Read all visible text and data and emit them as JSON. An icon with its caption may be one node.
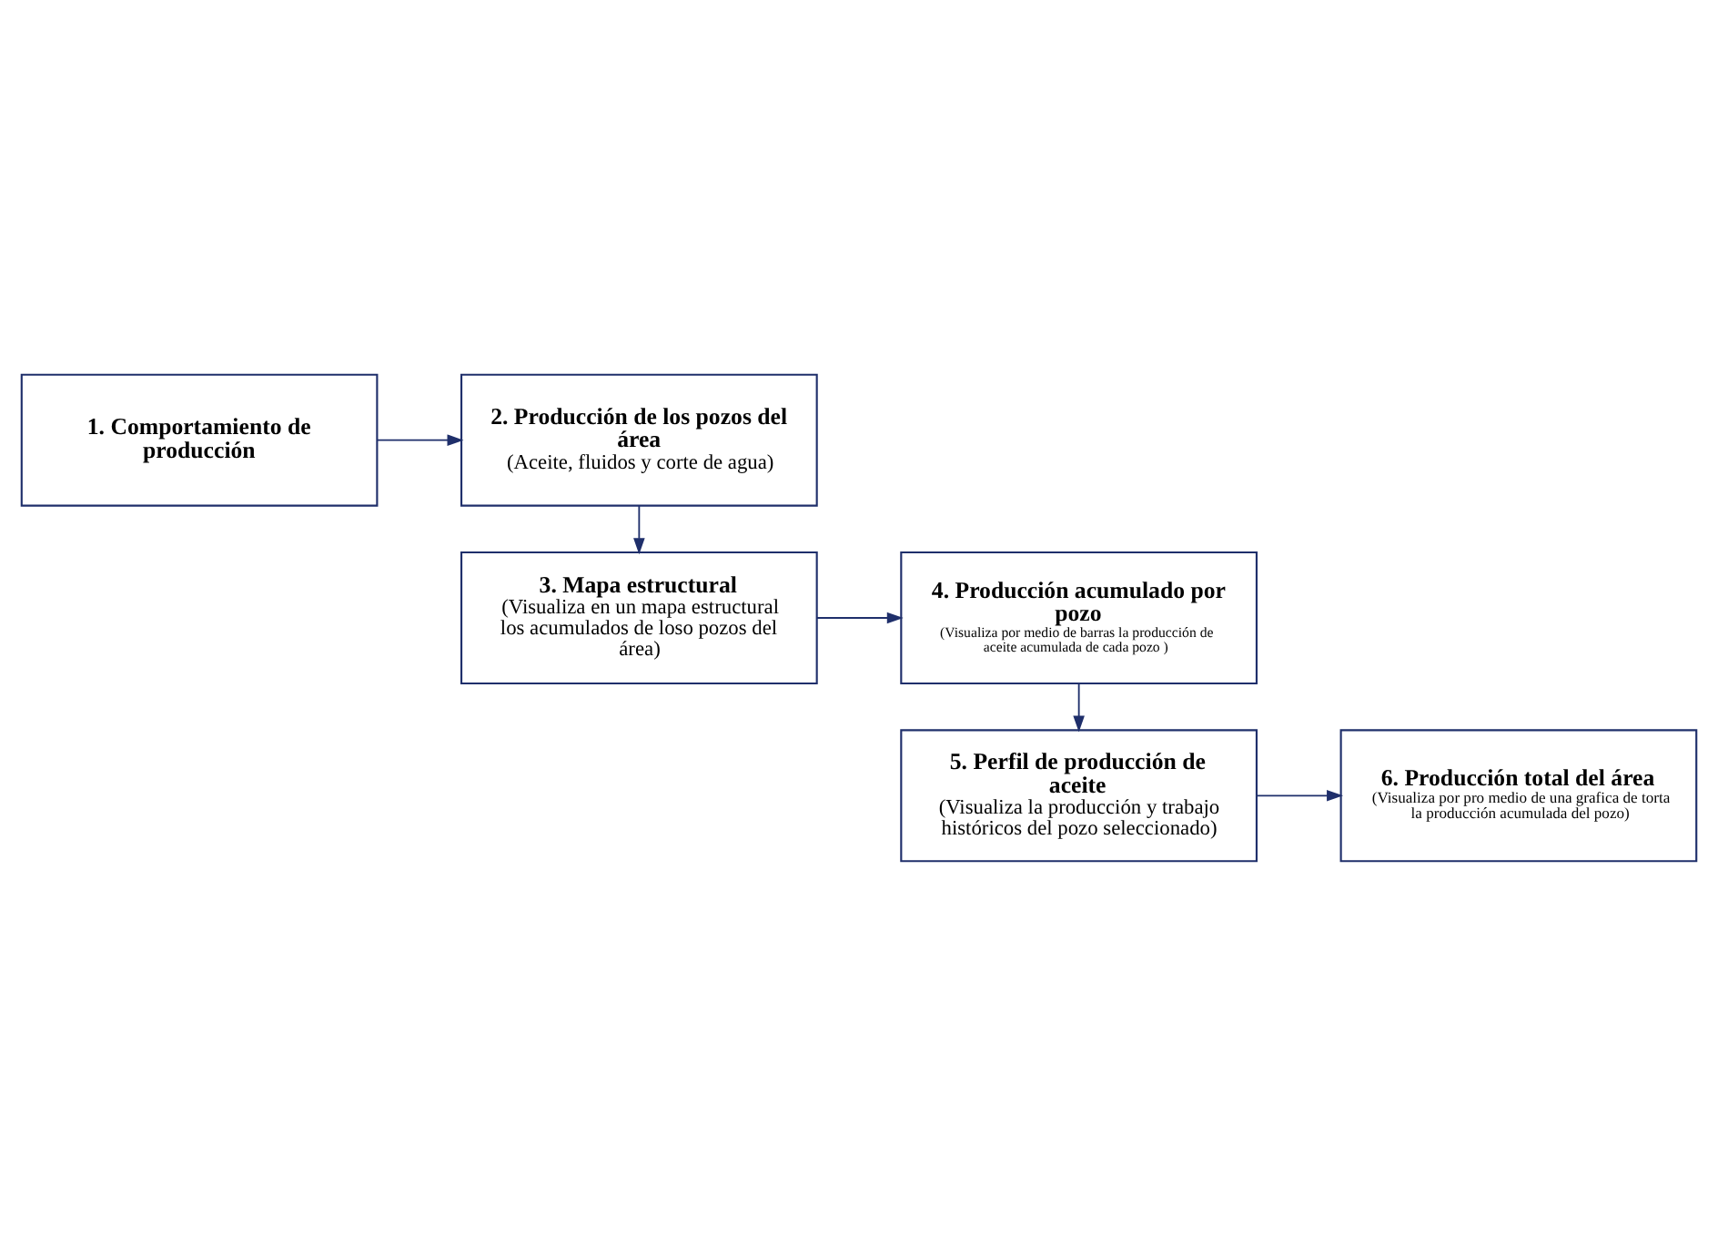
{
  "diagram": {
    "nodes": [
      {
        "text": [
          "1. Comportamiento de producción"
        ]
      },
      {
        "text": [
          "2. Producción de los pozos del área",
          "(Aceite, fluidos y corte de agua)"
        ]
      },
      {
        "text": [
          "3. Mapa estructural",
          "(Visualiza en un mapa estructural los acumulados de loso pozos del área)"
        ]
      },
      {
        "text": [
          "4. Producción acumulado por pozo",
          "(Visualiza por medio de barras la producción de aceite acumulada de cada pozo )"
        ]
      },
      {
        "text": [
          "5. Perfil de producción de aceite",
          "(Visualiza la producción y trabajo históricos del pozo seleccionado)"
        ]
      },
      {
        "text": [
          "6. Producción total del área",
          "(Visualiza por pro medio de una grafica de torta la producción acumulada del pozo)"
        ]
      }
    ],
    "edges": [
      {
        "from": 0,
        "to": 1,
        "arrow": "to"
      },
      {
        "from": 1,
        "to": 2,
        "arrow": "to"
      },
      {
        "from": 2,
        "to": 3,
        "arrow": "to"
      },
      {
        "from": 3,
        "to": 4,
        "arrow": "to"
      },
      {
        "from": 4,
        "to": 5,
        "arrow": "to"
      }
    ]
  }
}
